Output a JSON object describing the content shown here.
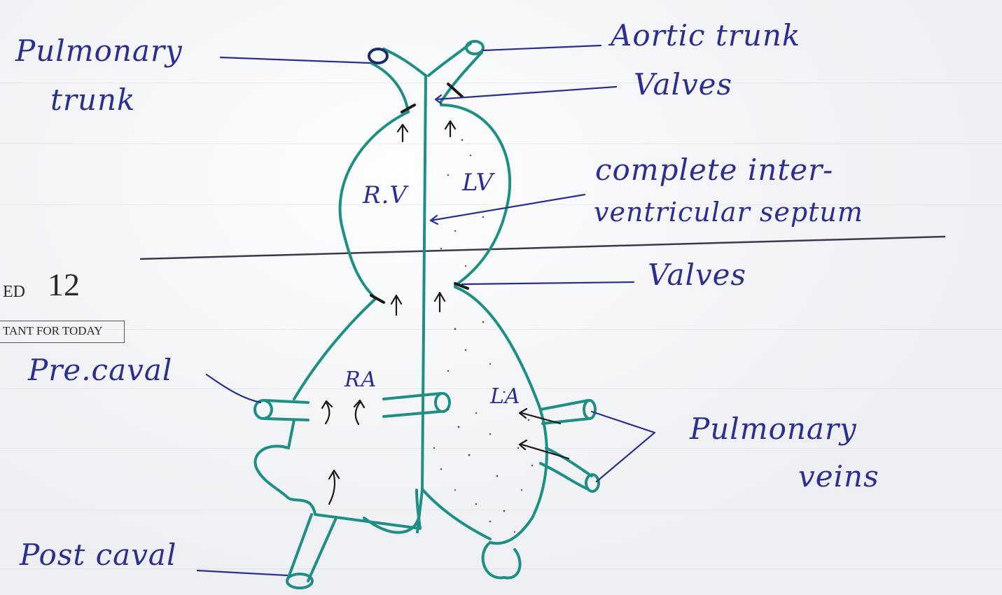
{
  "printed": {
    "ed_label": "ED",
    "day_number": "12",
    "banner": "TANT FOR TODAY"
  },
  "labels": {
    "pulmonary_trunk_line1": "Pulmonary",
    "pulmonary_trunk_line2": "trunk",
    "aortic_trunk": "Aortic trunk",
    "valves_top": "Valves",
    "septum_line1": "complete inter-",
    "septum_line2": "ventricular septum",
    "valves_mid": "Valves",
    "pre_caval": "Pre.caval",
    "pulmonary_veins_line1": "Pulmonary",
    "pulmonary_veins_line2": "veins",
    "post_caval": "Post caval",
    "rv": "R.V",
    "lv": "LV",
    "ra": "RA",
    "la": "LA"
  },
  "colors": {
    "ink_blue": "#2b2f8f",
    "heart_green": "#1f8f86",
    "pencil": "#3a3a4a"
  }
}
